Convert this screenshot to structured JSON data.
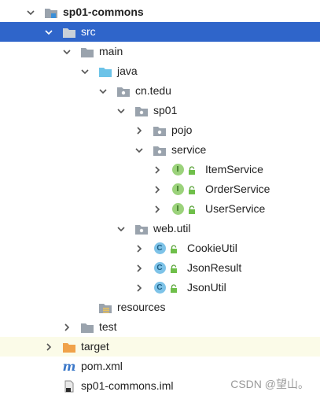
{
  "tree": {
    "root": "sp01-commons",
    "src": "src",
    "main": "main",
    "java": "java",
    "pkg_cn_tedu": "cn.tedu",
    "pkg_sp01": "sp01",
    "pkg_pojo": "pojo",
    "pkg_service": "service",
    "item_service": "ItemService",
    "order_service": "OrderService",
    "user_service": "UserService",
    "pkg_web_util": "web.util",
    "cookie_util": "CookieUtil",
    "json_result": "JsonResult",
    "json_util": "JsonUtil",
    "resources": "resources",
    "test": "test",
    "target": "target",
    "pom": "pom.xml",
    "iml": "sp01-commons.iml"
  },
  "badges": {
    "interface_letter": "I",
    "class_letter": "C",
    "pom_letter": "m"
  },
  "colors": {
    "selection": "#2f65ca",
    "folder_gray": "#9aa3ad",
    "folder_blue": "#6cc3e8",
    "folder_orange": "#f0a24a",
    "highlight_row": "#fbfbe8"
  },
  "watermark": "CSDN @望山。"
}
